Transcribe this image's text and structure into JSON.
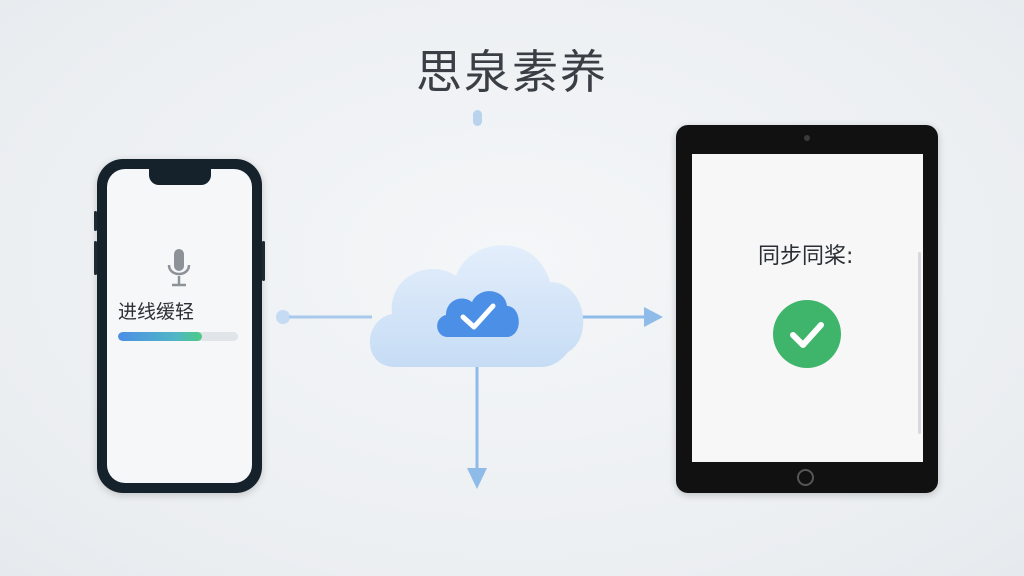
{
  "title": "思泉素养",
  "phone": {
    "mic_icon": "microphone-icon",
    "status_text": "进线缓轻",
    "progress": 0.7
  },
  "cloud": {
    "icon": "cloud-check-icon"
  },
  "tablet": {
    "status_text": "同步同桨:",
    "check_icon": "check-circle-icon"
  },
  "colors": {
    "accent_blue": "#4c8fe6",
    "cloud_fill": "#d4e6f8",
    "success_green": "#3fb56b",
    "arrow_blue": "#8fbbe9"
  }
}
